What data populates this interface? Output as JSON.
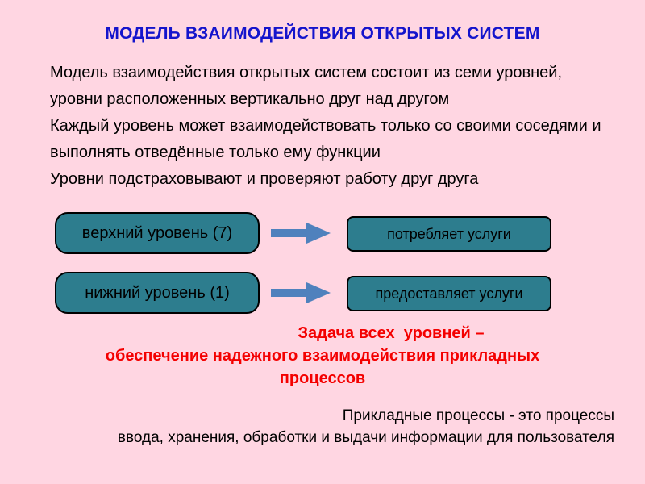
{
  "slide": {
    "title": "МОДЕЛЬ ВЗАИМОДЕЙСТВИЯ ОТКРЫТЫХ СИСТЕМ",
    "intro_lines": [
      "Модель взаимодействия открытых систем состоит из семи уровней,",
      "уровни расположенных вертикально друг над другом",
      "Каждый уровень может взаимодействовать только со своими соседями и",
      "выполнять отведённые только ему функции",
      "Уровни подстраховывают и проверяют работу друг друга"
    ],
    "diagram": {
      "rows": [
        {
          "left": "верхний уровень (7)",
          "arrow_icon": "arrow-right-icon",
          "right": "потребляет услуги"
        },
        {
          "left": "нижний уровень (1)",
          "arrow_icon": "arrow-right-icon",
          "right": "предоставляет услуги"
        }
      ]
    },
    "task_lines": [
      "Задача всех  уровней –",
      "обеспечение надежного взаимодействия прикладных",
      "процессов"
    ],
    "footer_lines": [
      "Прикладные процессы - это процессы",
      "ввода, хранения, обработки и выдачи информации для пользователя"
    ],
    "colors": {
      "background": "#FFD6E2",
      "title_text": "#1414CC",
      "body_text": "#000000",
      "box_fill": "#2D7D8E",
      "box_border": "#000000",
      "arrow_fill": "#4F81BD",
      "task_text": "#F40000"
    }
  }
}
